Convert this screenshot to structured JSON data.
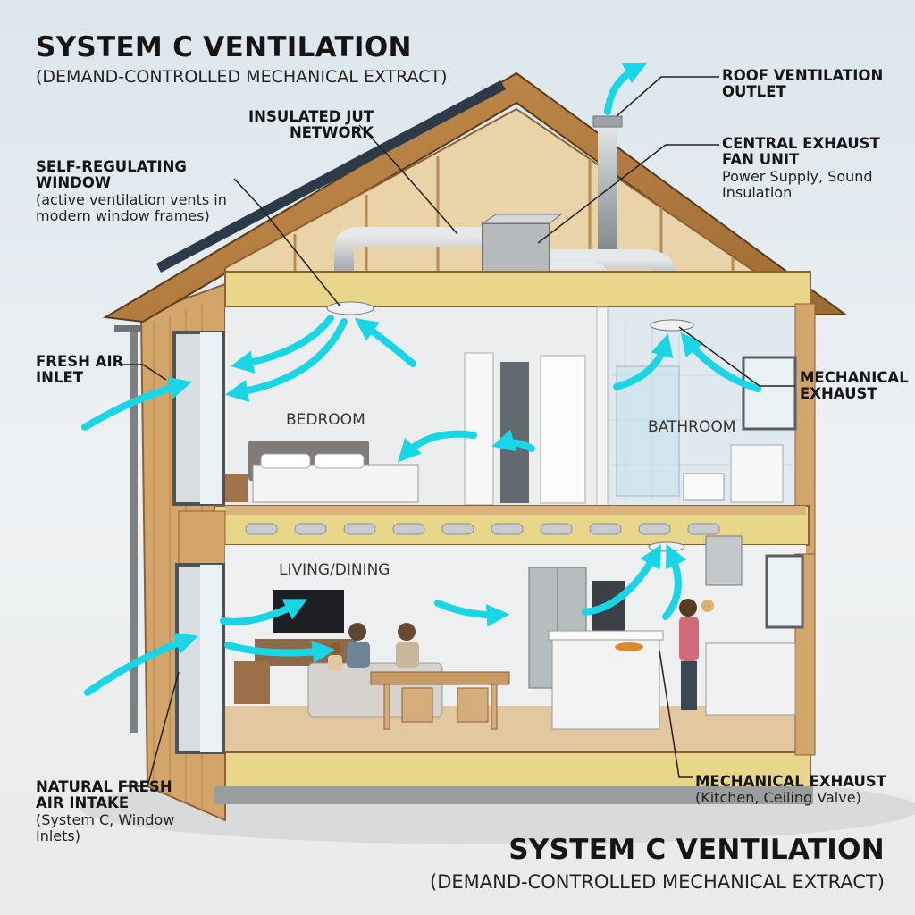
{
  "title_top": "SYSTEM C VENTILATION",
  "subtitle_top": "(DEMAND-CONTROLLED MECHANICAL EXTRACT)",
  "title_bottom": "SYSTEM C VENTILATION",
  "subtitle_bottom": "(DEMAND-CONTROLLED MECHANICAL EXTRACT)",
  "labels": {
    "roof_outlet": "ROOF VENTILATION OUTLET",
    "duct_network": "INSULATED JUT NETWORK",
    "self_regulating_window": "SELF-REGULATING WINDOW",
    "self_regulating_window_note": "(active ventilation vents in modern window frames)",
    "fan_unit": "CENTRAL EXHAUST FAN UNIT",
    "fan_unit_note": "Power Supply, Sound Insulation",
    "fresh_air_inlet": "FRESH AIR INLET",
    "mechanical_exhaust_bath": "MECHANICAL EXHAUST",
    "mechanical_exhaust_kitchen": "MECHANICAL EXHAUST",
    "mechanical_exhaust_kitchen_note": "(Kitchen, Ceiling Valve)",
    "natural_intake": "NATURAL FRESH AIR INTAKE",
    "natural_intake_note": "(System C, Window Inlets)"
  },
  "rooms": {
    "bedroom": "BEDROOM",
    "bathroom": "BATHROOM",
    "living": "LIVING/DINING"
  },
  "colors": {
    "airflow": "#19d6e6",
    "timber": "#d9b27c",
    "insulation": "#e8d68a",
    "duct": "#b9bcc0"
  }
}
